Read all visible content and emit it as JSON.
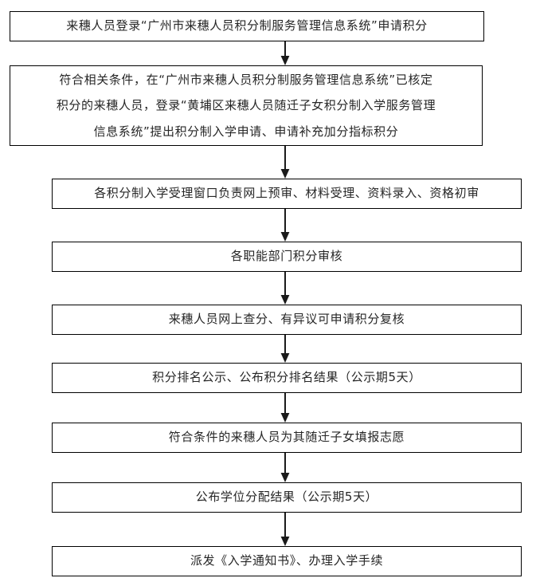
{
  "diagram": {
    "type": "flowchart",
    "orientation": "top-to-bottom",
    "title": "",
    "line_color": "#000000",
    "text_color": "#262626",
    "background_color": "#ffffff",
    "nodes": [
      {
        "id": "step-1",
        "text": "来穗人员登录“广州市来穗人员积分制服务管理信息系统”申请积分",
        "lines": [
          "来穗人员登录“广州市来穗人员积分制服务管理信息系统”申请积分"
        ]
      },
      {
        "id": "step-2",
        "text": "符合相关条件，在“广州市来穗人员积分制服务管理信息系统”已核定\n积分的来穗人员，登录“黄埔区来穗人员随迁子女积分制入学服务管理\n信息系统”提出积分制入学申请、申请补充加分指标积分",
        "lines": [
          "符合相关条件，在“广州市来穗人员积分制服务管理信息系统”已核定",
          "积分的来穗人员，登录“黄埔区来穗人员随迁子女积分制入学服务管理",
          "信息系统”提出积分制入学申请、申请补充加分指标积分"
        ]
      },
      {
        "id": "step-3",
        "text": "各积分制入学受理窗口负责网上预审、材料受理、资料录入、资格初审",
        "lines": [
          "各积分制入学受理窗口负责网上预审、材料受理、资料录入、资格初审"
        ]
      },
      {
        "id": "step-4",
        "text": "各职能部门积分审核",
        "lines": [
          "各职能部门积分审核"
        ]
      },
      {
        "id": "step-5",
        "text": "来穗人员网上查分、有异议可申请积分复核",
        "lines": [
          "来穗人员网上查分、有异议可申请积分复核"
        ]
      },
      {
        "id": "step-6",
        "text": "积分排名公示、公布积分排名结果（公示期5天）",
        "lines": [
          "积分排名公示、公布积分排名结果（公示期5天）"
        ]
      },
      {
        "id": "step-7",
        "text": "符合条件的来穗人员为其随迁子女填报志愿",
        "lines": [
          "符合条件的来穗人员为其随迁子女填报志愿"
        ]
      },
      {
        "id": "step-8",
        "text": "公布学位分配结果（公示期5天）",
        "lines": [
          "公布学位分配结果（公示期5天）"
        ]
      },
      {
        "id": "step-9",
        "text": "派发《入学通知书》、办理入学手续",
        "lines": [
          "派发《入学通知书》、办理入学手续"
        ]
      }
    ],
    "connectors": [
      {
        "id": "arrow-1",
        "from": "step-1",
        "to": "step-2",
        "shape": "down-arrow"
      },
      {
        "id": "arrow-2",
        "from": "step-2",
        "to": "step-3",
        "shape": "down-arrow"
      },
      {
        "id": "arrow-3",
        "from": "step-3",
        "to": "step-4",
        "shape": "down-arrow"
      },
      {
        "id": "arrow-4",
        "from": "step-4",
        "to": "step-5",
        "shape": "down-arrow"
      },
      {
        "id": "arrow-5",
        "from": "step-5",
        "to": "step-6",
        "shape": "down-arrow"
      },
      {
        "id": "arrow-6",
        "from": "step-6",
        "to": "step-7",
        "shape": "down-arrow"
      },
      {
        "id": "arrow-7",
        "from": "step-7",
        "to": "step-8",
        "shape": "down-arrow"
      },
      {
        "id": "arrow-8",
        "from": "step-8",
        "to": "step-9",
        "shape": "down-arrow"
      }
    ]
  }
}
